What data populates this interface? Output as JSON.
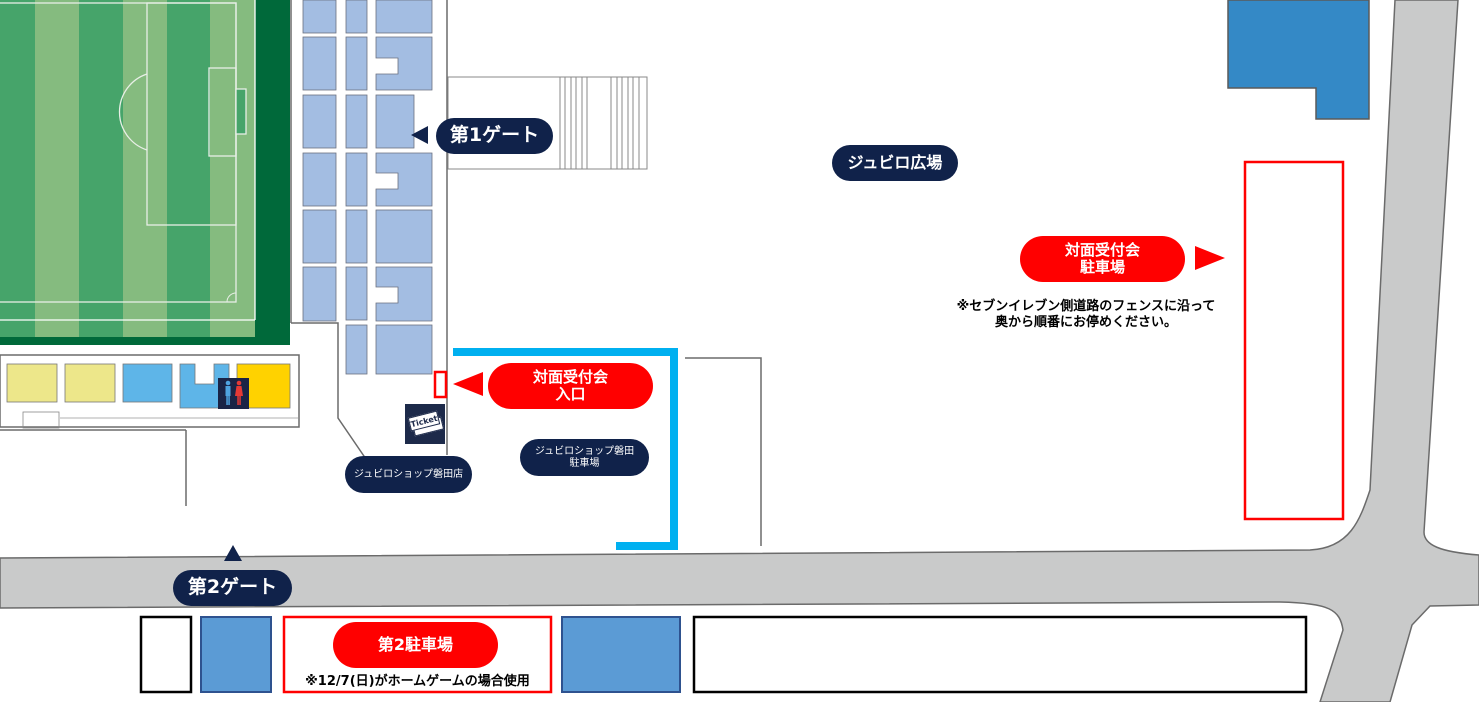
{
  "map": {
    "colors": {
      "pitch_dark": "#46a46a",
      "pitch_light": "#85bb7f",
      "pitch_border": "#00693a",
      "seat_blue": "#a3bde2",
      "road_gray": "#c9caca",
      "navy_label": "#10224a",
      "red_label": "#ff0000",
      "cyan_route": "#00b0f0",
      "building_blue": "#3489c6",
      "parking_blue": "#5b9bd5",
      "yellow_room": "#ede78a",
      "gold_room": "#ffd200",
      "sky_room": "#5eb5e8"
    },
    "labels": {
      "gate1": "第1ゲート",
      "gate2": "第2ゲート",
      "jubilo_plaza": "ジュビロ広場",
      "shop_store": "ジュビロショップ磐田店",
      "shop_parking_line1": "ジュビロショップ磐田",
      "shop_parking_line2": "駐車場",
      "reception_entrance_line1": "対面受付会",
      "reception_entrance_line2": "入口",
      "reception_parking_line1": "対面受付会",
      "reception_parking_line2": "駐車場",
      "reception_parking_note_line1": "※セブンイレブン側道路のフェンスに沿って",
      "reception_parking_note_line2": "奥から順番にお停めください。",
      "parking2": "第2駐車場",
      "parking2_note": "※12/7(日)がホームゲームの場合使用",
      "ticket_icon_text": "Ticket"
    },
    "icons": {
      "restroom": "restroom-icon",
      "ticket": "ticket-icon",
      "arrow_left": "triangle-left-icon",
      "arrow_right": "triangle-right-icon",
      "arrow_up": "triangle-up-icon"
    }
  }
}
